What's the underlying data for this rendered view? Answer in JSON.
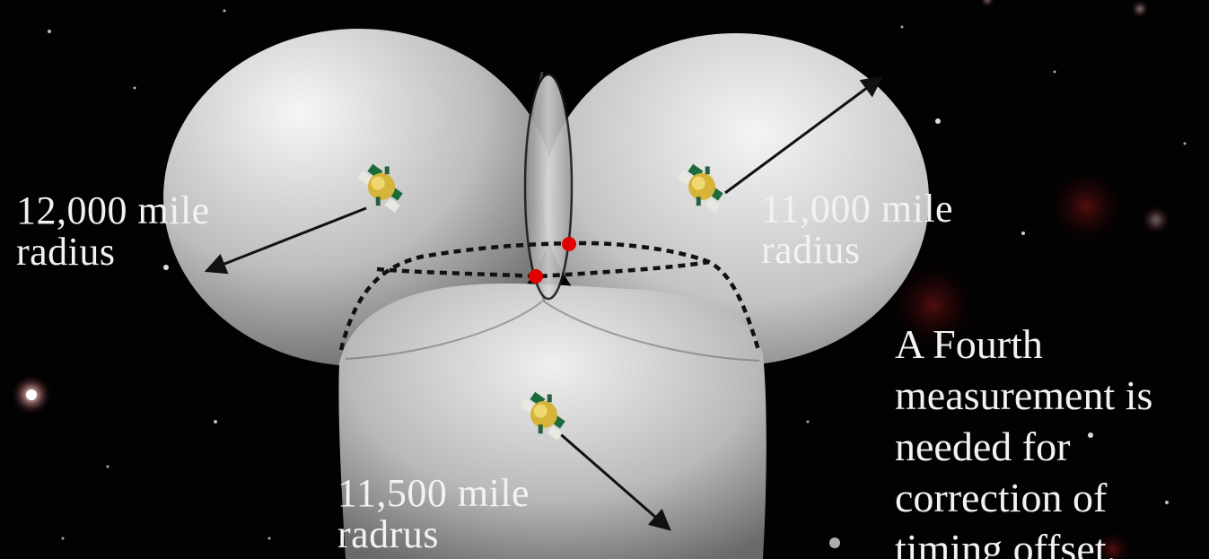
{
  "satellites": [
    {
      "name": "satellite-1",
      "label_lines": [
        "12,000 mile",
        "radius"
      ]
    },
    {
      "name": "satellite-2",
      "label_lines": [
        "11,000 mile",
        "radius"
      ]
    },
    {
      "name": "satellite-3",
      "label_lines": [
        "11,500 mile",
        "radrus"
      ]
    }
  ],
  "note": {
    "lines": [
      "A Fourth",
      "measurement is",
      "needed for",
      "correction of",
      "timing offset."
    ]
  },
  "colors": {
    "background": "#030203",
    "sphere_light": "#f4f4f4",
    "sphere_dark": "#6e6e6e",
    "intersection_point": "#e00000",
    "text": "#f2f2f2",
    "lines": "#111111"
  },
  "icons": {
    "satellite": "satellite-icon",
    "intersection": "intersection-point-icon"
  }
}
